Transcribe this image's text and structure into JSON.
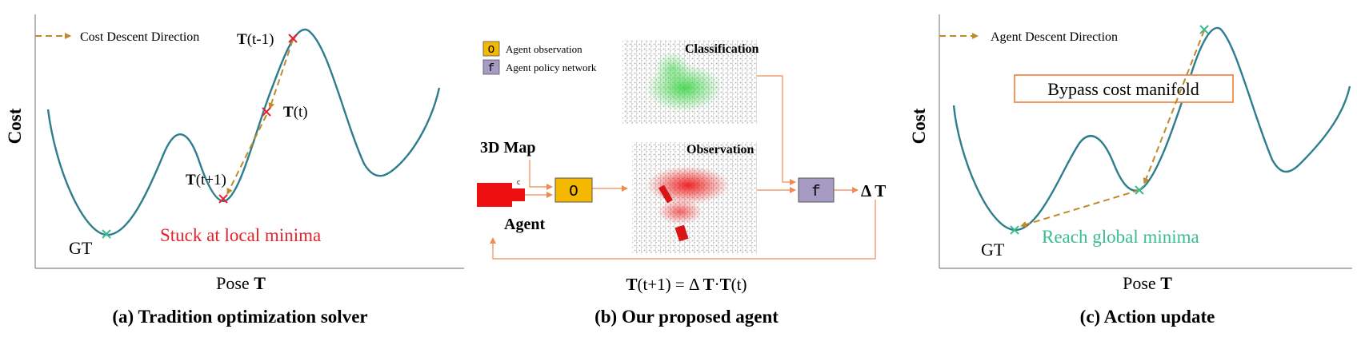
{
  "panel_a": {
    "legend_label": "Cost Descent Direction",
    "y_axis_label": "Cost",
    "x_axis_prefix": "Pose ",
    "x_axis_symbol": "T",
    "point_prev_symbol": "T",
    "point_prev_suffix": "(t-1)",
    "point_curr_symbol": "T",
    "point_curr_suffix": "(t)",
    "point_next_symbol": "T",
    "point_next_suffix": "(t+1)",
    "gt_label": "GT",
    "stuck_label": "Stuck at local minima",
    "caption": "(a) Tradition optimization solver"
  },
  "panel_b": {
    "legend_o_glyph": "O",
    "legend_o_label": "Agent observation",
    "legend_f_glyph": "f",
    "legend_f_label": "Agent policy network",
    "classification_label": "Classification",
    "observation_label": "Observation",
    "map_label": "3D Map",
    "agent_label": "Agent",
    "camera_mark": "c",
    "box_o": "O",
    "box_f": "f",
    "delta_label": "Δ T",
    "eq_lhs_symbol": "T",
    "eq_lhs_suffix": "(t+1) = ",
    "eq_rhs_delta": "Δ ",
    "eq_rhs_symbol_1": "T",
    "eq_rhs_dot": "·",
    "eq_rhs_symbol_2": "T",
    "eq_rhs_suffix": "(t)",
    "caption": "(b) Our proposed agent"
  },
  "panel_c": {
    "legend_label": "Agent Descent Direction",
    "bypass_label": "Bypass cost manifold",
    "y_axis_label": "Cost",
    "x_axis_prefix": "Pose ",
    "x_axis_symbol": "T",
    "gt_label": "GT",
    "reach_label": "Reach global minima",
    "caption": "(c) Action update"
  },
  "colors": {
    "curve": "#2e7d8f",
    "arrow": "#c08a2a",
    "red_x": "#e8222a",
    "green_x": "#3cbc8c",
    "stuck_text": "#e8222a",
    "reach_text": "#3cbc8c",
    "box_o": "#f5b800",
    "box_f": "#a89bc3",
    "flow": "#f08a50",
    "axis": "#888888"
  }
}
